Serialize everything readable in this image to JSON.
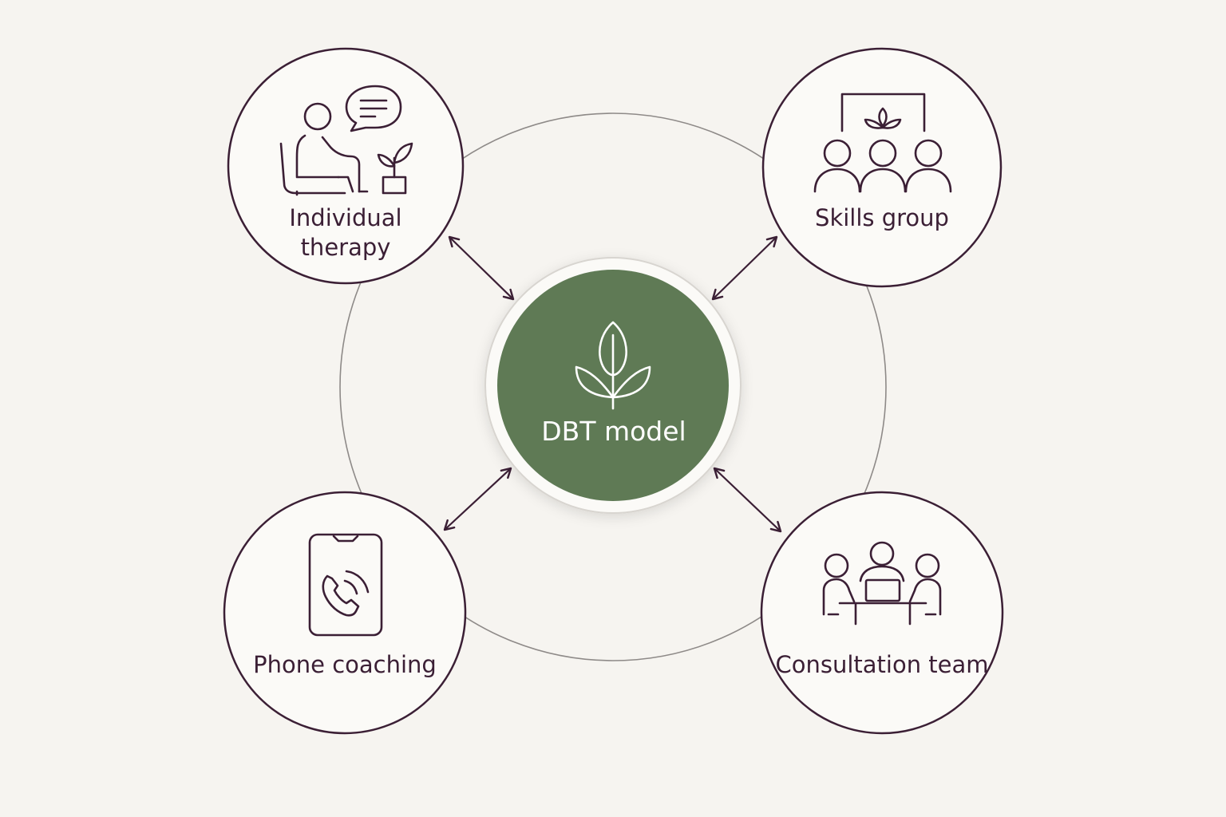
{
  "center": {
    "label": "DBT model",
    "icon": "sprout-icon",
    "color": "#5e7a55"
  },
  "nodes": [
    {
      "id": "individual",
      "label": "Individual\ntherapy",
      "icon": "therapy-session-icon"
    },
    {
      "id": "skills",
      "label": "Skills group",
      "icon": "group-presentation-icon"
    },
    {
      "id": "phone",
      "label": "Phone coaching",
      "icon": "phone-call-icon"
    },
    {
      "id": "consultation",
      "label": "Consultation team",
      "icon": "team-meeting-icon"
    }
  ],
  "colors": {
    "background": "#f6f4f0",
    "ink": "#3b1f35",
    "orbit": "#8e8a88"
  }
}
